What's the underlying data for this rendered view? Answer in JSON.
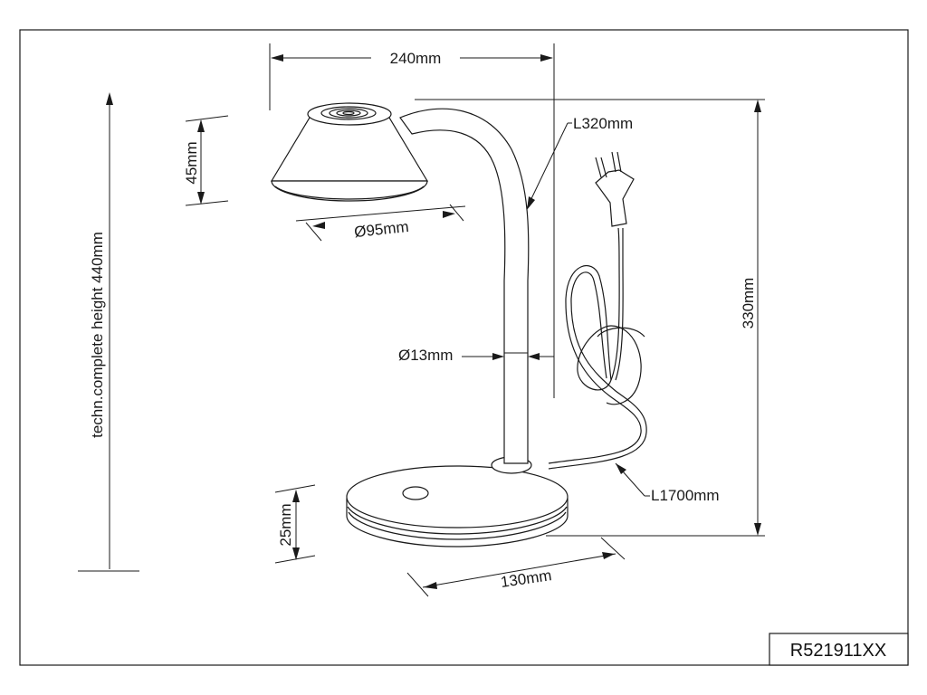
{
  "product_code": "R521911XX",
  "dimensions": {
    "width": "240mm",
    "shade_height": "45mm",
    "shade_diameter": "Ø95mm",
    "arm_length": "L320mm",
    "arm_diameter": "Ø13mm",
    "total_height": "techn.complete height 440mm",
    "lamp_height": "330mm",
    "base_height": "25mm",
    "base_diameter": "130mm",
    "cable_length": "L1700mm"
  }
}
